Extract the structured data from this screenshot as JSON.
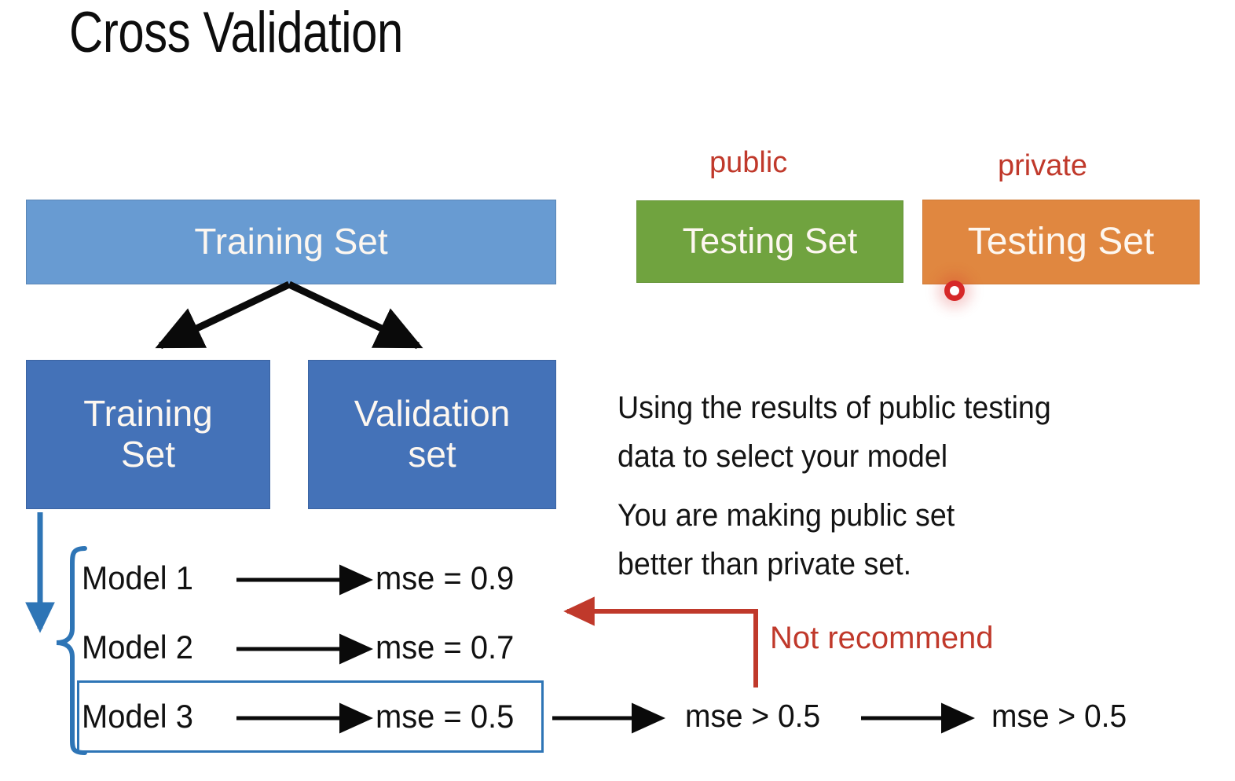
{
  "slide": {
    "title": "Cross Validation",
    "background_color": "#ffffff"
  },
  "boxes": {
    "training_main": {
      "label": "Training Set",
      "color": "#689bd2"
    },
    "training_sub": {
      "label": "Training\nSet",
      "color": "#4472b8"
    },
    "validation_sub": {
      "label": "Validation\nset",
      "color": "#4472b8"
    },
    "testing_public": {
      "label": "Testing Set",
      "color": "#70a33f"
    },
    "testing_private": {
      "label": "Testing Set",
      "color": "#e08740"
    }
  },
  "labels": {
    "public": "public",
    "private": "private",
    "not_recommend": "Not recommend",
    "red_color": "#c0392b"
  },
  "paragraphs": {
    "p1": "Using the results of public testing\ndata to select your model",
    "p2": "You are making public set\nbetter than private set."
  },
  "models": [
    {
      "name": "Model 1",
      "mse": "mse = 0.9"
    },
    {
      "name": "Model 2",
      "mse": "mse = 0.7"
    },
    {
      "name": "Model 3",
      "mse": "mse = 0.5"
    }
  ],
  "outcomes": {
    "mse_public": "mse > 0.5",
    "mse_private": "mse > 0.5"
  },
  "highlight": {
    "selected_model": "Model 3",
    "border_color": "#2e75b6"
  },
  "cursor": {
    "color": "#d62828"
  }
}
